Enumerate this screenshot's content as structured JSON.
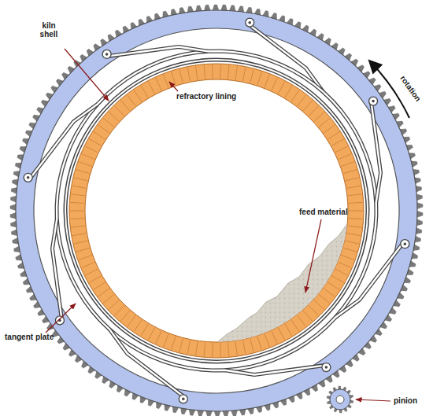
{
  "diagram": {
    "labels": [
      "kiln shell",
      "refractory lining",
      "feed material",
      "tangent plate",
      "pinion",
      "rotation"
    ]
  }
}
